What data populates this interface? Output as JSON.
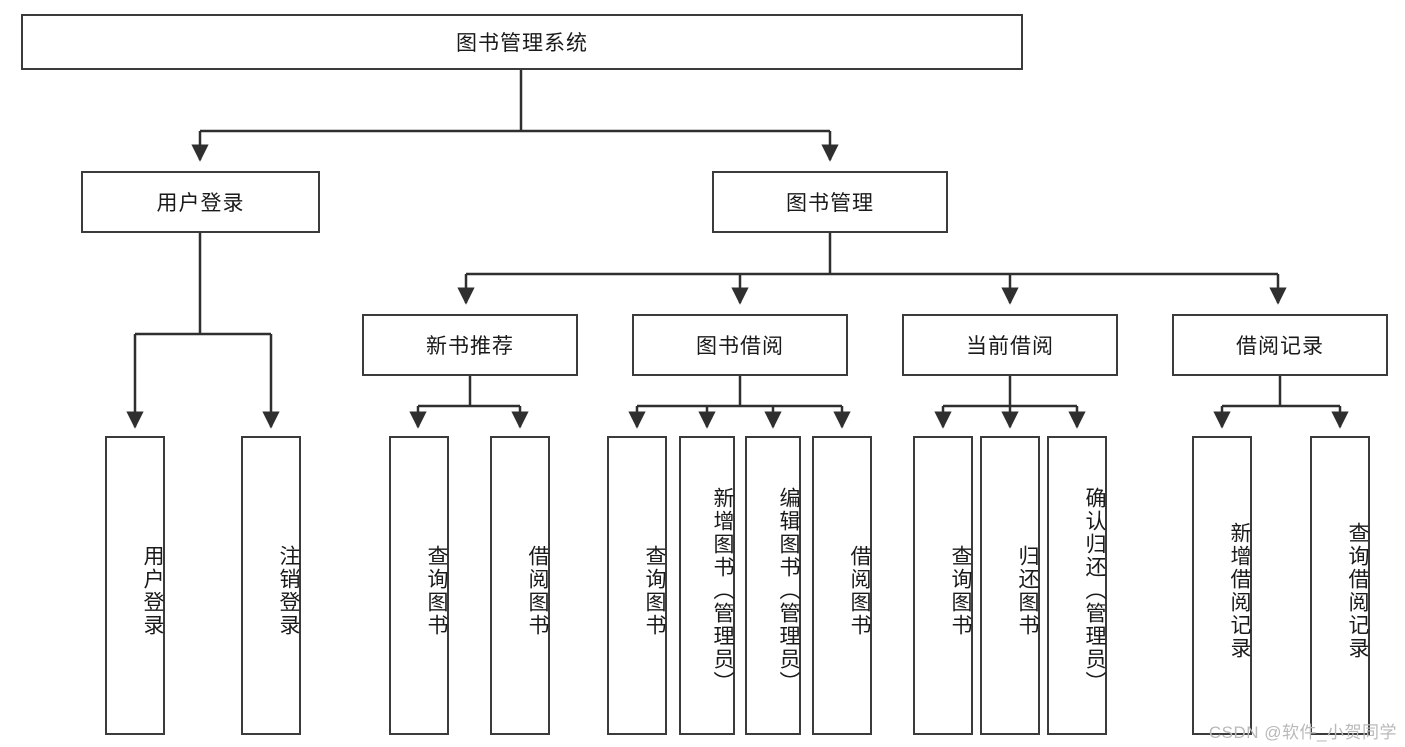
{
  "diagram": {
    "type": "tree-hierarchy-chart",
    "title": "图书管理系统",
    "watermark": "CSDN @软件_小贺同学",
    "colors": {
      "box_border": "#3b3b3b",
      "box_fill": "#ffffff",
      "connector": "#2f2f2f",
      "text": "#1a1a1a",
      "watermark": "#b9b9b9"
    },
    "root": {
      "label": "图书管理系统"
    },
    "level2": [
      {
        "label": "用户登录"
      },
      {
        "label": "图书管理"
      }
    ],
    "level3": [
      {
        "label": "新书推荐"
      },
      {
        "label": "图书借阅"
      },
      {
        "label": "当前借阅"
      },
      {
        "label": "借阅记录"
      }
    ],
    "leaves": {
      "user_login": [
        {
          "label": "用户登录"
        },
        {
          "label": "注销登录"
        }
      ],
      "new_book_recommend": [
        {
          "label": "查询图书"
        },
        {
          "label": "借阅图书"
        }
      ],
      "book_borrow": [
        {
          "label": "查询图书"
        },
        {
          "label": "新增图书（管理员）"
        },
        {
          "label": "编辑图书（管理员）"
        },
        {
          "label": "借阅图书"
        }
      ],
      "current_borrow": [
        {
          "label": "查询图书"
        },
        {
          "label": "归还图书"
        },
        {
          "label": "确认归还（管理员）"
        }
      ],
      "borrow_record": [
        {
          "label": "新增借阅记录"
        },
        {
          "label": "查询借阅记录"
        }
      ]
    }
  }
}
